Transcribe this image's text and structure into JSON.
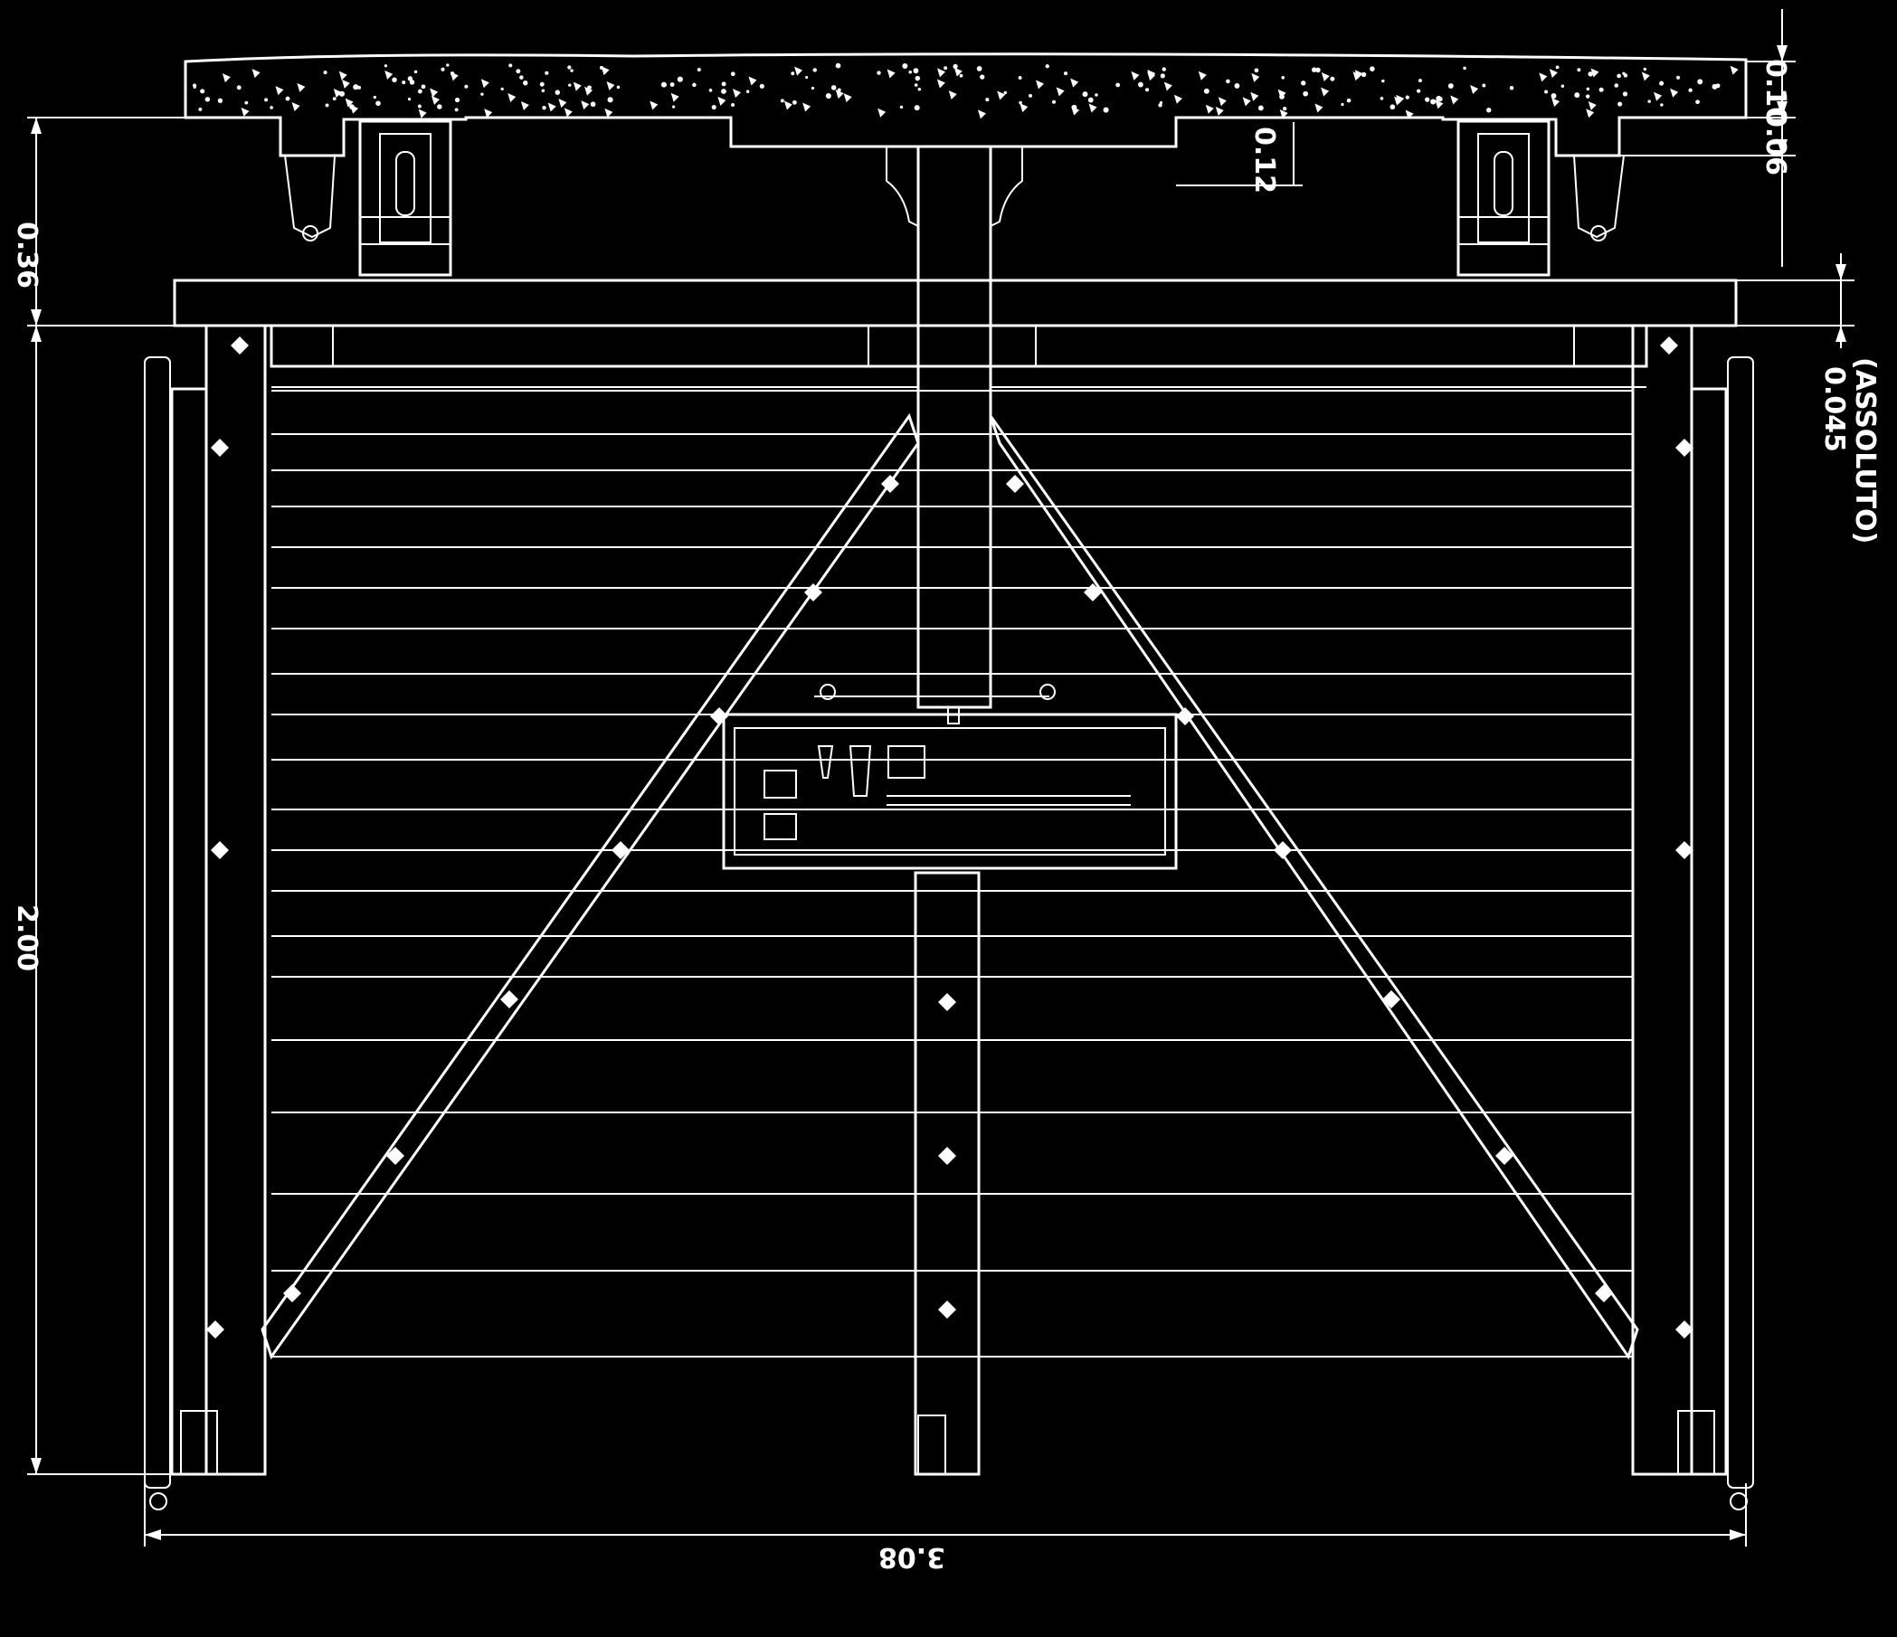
{
  "diagram": {
    "colors": {
      "background": "#000000",
      "line": "#ffffff"
    },
    "dimensions": {
      "overall_width": "3.08",
      "height": "2.00",
      "top_depth": "0.36",
      "beam": "0.12",
      "pavement": "0.10",
      "pavement_base": "0.06",
      "gap": "0.045",
      "gap_note": "(ASSOLUTO)"
    }
  }
}
